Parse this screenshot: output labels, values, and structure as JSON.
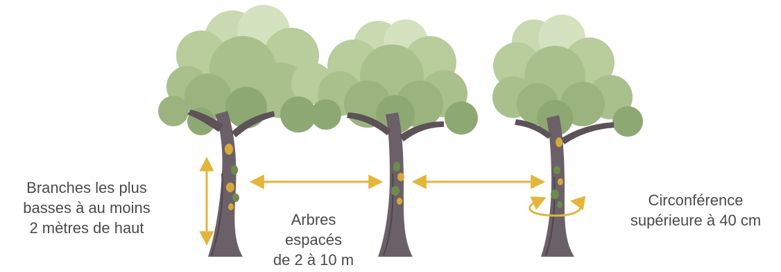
{
  "labels": {
    "height": [
      "Branches les plus",
      "basses à au moins",
      "2 mètres de haut"
    ],
    "spacing": [
      "Arbres",
      "espacés",
      "de 2 à 10 m"
    ],
    "circumference": [
      "Circonférence",
      "supérieure à 40 cm"
    ]
  },
  "colors": {
    "arrow": "#e3b63a",
    "text": "#4a4a4a",
    "foliage_light": "#c9d9b0",
    "foliage_mid": "#a9c08c",
    "foliage_dark": "#7f9a66",
    "trunk": "#6b6068",
    "trunk_dark": "#4e464c",
    "moss": "#6f8a4e",
    "lichen": "#d6a93a"
  },
  "icons": [
    "tree-illustration",
    "double-arrow-vertical",
    "double-arrow-horizontal",
    "circular-arrow"
  ]
}
